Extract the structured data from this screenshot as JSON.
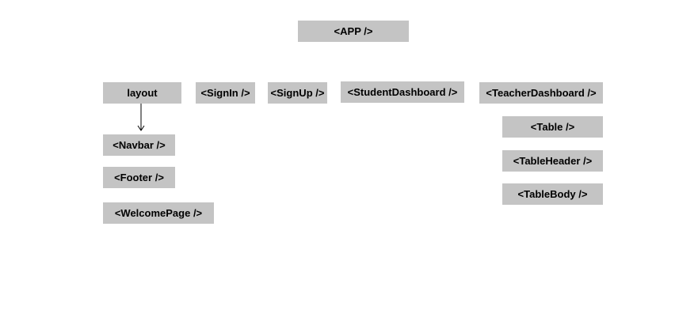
{
  "diagram": {
    "colors": {
      "node_fill": "#c4c4c4",
      "text": "#000000",
      "edge": "#000000",
      "background": "#ffffff"
    },
    "nodes": {
      "app": "<APP />",
      "layout": "layout",
      "signin": "<SignIn />",
      "signup": "<SignUp />",
      "student_dashboard": "<StudentDashboard />",
      "teacher_dashboard": "<TeacherDashboard />",
      "navbar": "<Navbar />",
      "footer": "<Footer />",
      "welcome_page": "<WelcomePage />",
      "table": "<Table />",
      "table_header": "<TableHeader />",
      "table_body": "<TableBody />"
    },
    "edges": [
      {
        "from": "layout",
        "to": "navbar"
      }
    ]
  }
}
